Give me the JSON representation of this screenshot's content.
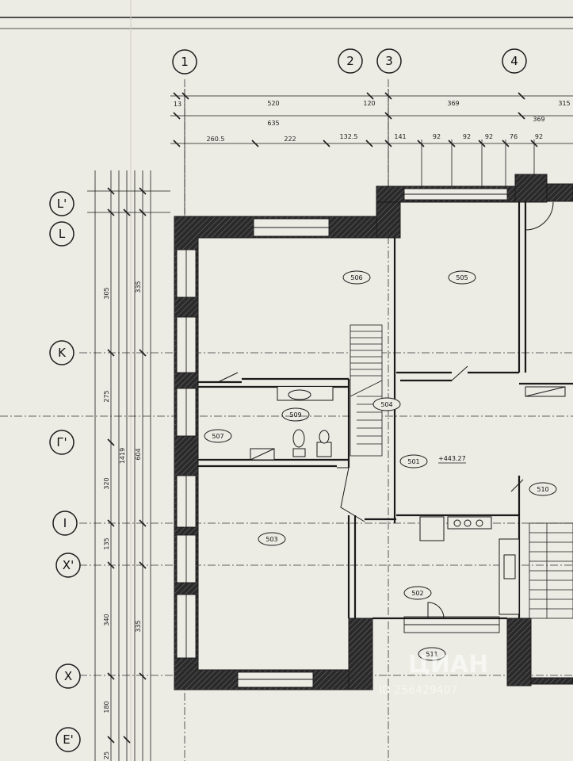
{
  "axes_top": [
    "1",
    "2",
    "3",
    "4"
  ],
  "axes_left": [
    "L'",
    "L",
    "K",
    "Г'",
    "I",
    "X'",
    "X",
    "E'"
  ],
  "dims_top_row1": [
    "13",
    "520",
    "120",
    "369",
    "315"
  ],
  "dims_top_row2": [
    "635",
    "369"
  ],
  "dims_top_row3": [
    "260.5",
    "222",
    "132.5",
    "141",
    "92",
    "92",
    "92",
    "76",
    "92"
  ],
  "dims_left_inner": [
    "305",
    "275",
    "320",
    "135",
    "340",
    "180",
    "25"
  ],
  "dims_left_middle": [
    "1419"
  ],
  "dims_left_outer": [
    "335",
    "604",
    "335"
  ],
  "rooms": [
    {
      "label": "506"
    },
    {
      "label": "505"
    },
    {
      "label": "509"
    },
    {
      "label": "507"
    },
    {
      "label": "503"
    },
    {
      "label": "504"
    },
    {
      "label": "501"
    },
    {
      "label": "502"
    },
    {
      "label": "511"
    },
    {
      "label": "510"
    }
  ],
  "level_mark": "+443.27",
  "watermark": {
    "brand": "ЦИАН",
    "id": "ID 256429407"
  }
}
